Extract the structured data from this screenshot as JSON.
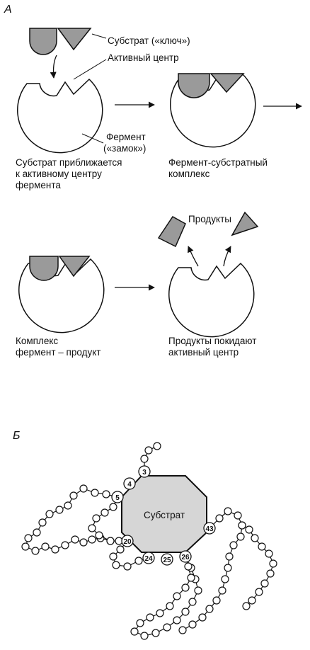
{
  "section_a": {
    "letter": "А",
    "labels": {
      "substrate_key": "Субстрат («ключ»)",
      "active_site": "Активный центр",
      "enzyme_line1": "Фермент",
      "enzyme_line2": "(«замок»)",
      "products": "Продукты"
    },
    "captions": {
      "step1": [
        "Субстрат приближается",
        "к активному центру",
        "фермента"
      ],
      "step2": [
        "Фермент-субстратный",
        "комплекс"
      ],
      "step3": [
        "Комплекс",
        "фермент – продукт"
      ],
      "step4": [
        "Продукты покидают",
        "активный центр"
      ]
    },
    "colors": {
      "substrate_fill": "#9a9a9a",
      "outline": "#111111"
    }
  },
  "section_b": {
    "letter": "Б",
    "substrate_label": "Субстрат",
    "residue_numbers": [
      "3",
      "4",
      "5",
      "20",
      "24",
      "25",
      "26",
      "43"
    ]
  }
}
